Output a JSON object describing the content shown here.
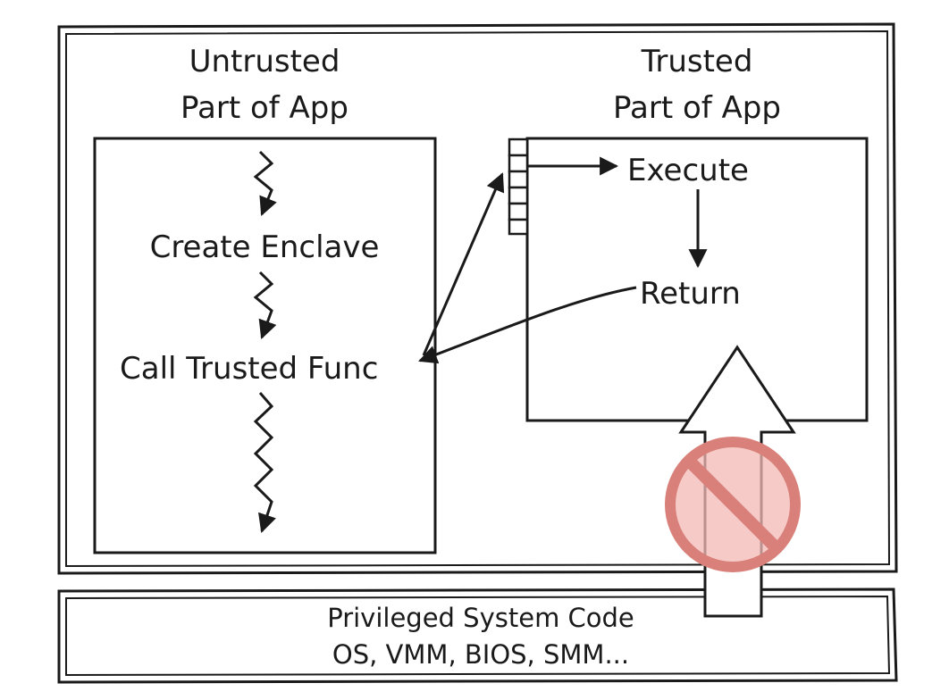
{
  "untrusted": {
    "title_line1": "Untrusted",
    "title_line2": "Part of App",
    "step_create": "Create Enclave",
    "step_call": "Call Trusted Func"
  },
  "trusted": {
    "title_line1": "Trusted",
    "title_line2": "Part of App",
    "step_execute": "Execute",
    "step_return": "Return"
  },
  "system": {
    "line1": "Privileged System Code",
    "line2": "OS, VMM, BIOS, SMM..."
  },
  "colors": {
    "ink": "#1a1a1a",
    "prohibited_fill": "#f2b8b4",
    "prohibited_stroke": "#d9807a"
  },
  "icons": {
    "prohibited": "prohibited-icon",
    "gate": "call-gate-icon"
  }
}
